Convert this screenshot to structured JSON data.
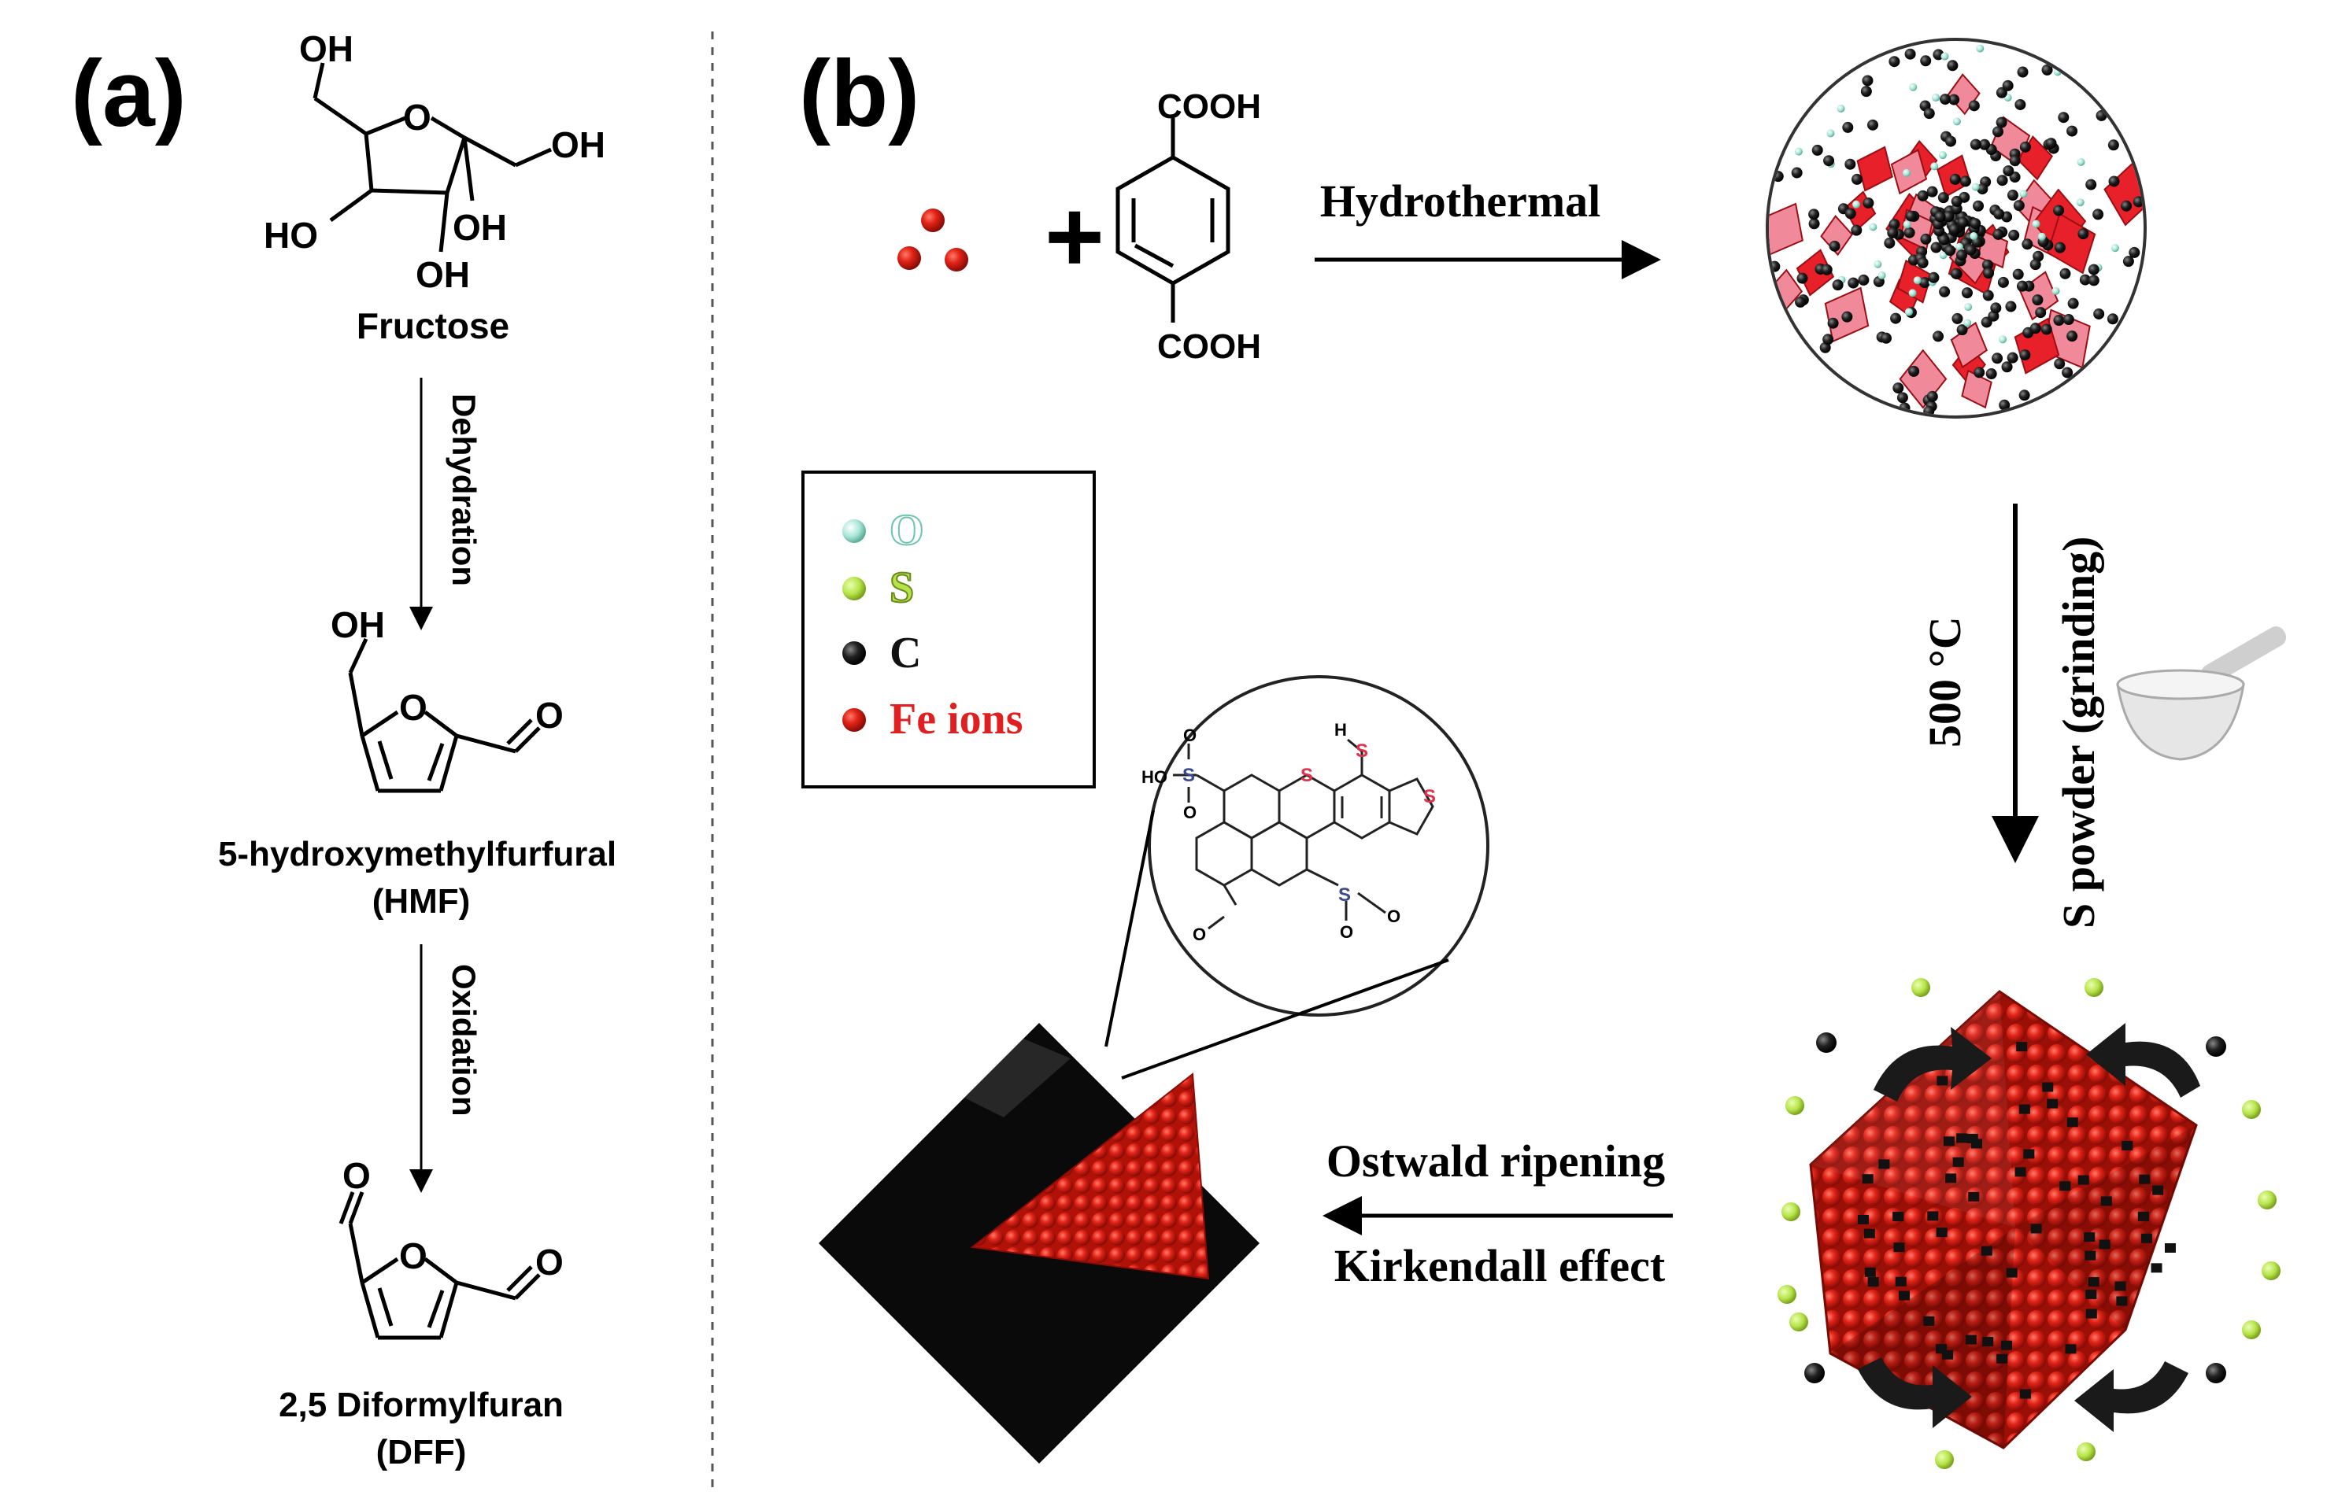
{
  "panel_a": {
    "label": "(a)",
    "fructose": {
      "name": "Fructose",
      "oh_top": "OH",
      "oh_right": "OH",
      "ho_left": "HO",
      "oh_mid": "OH",
      "oh_bottom": "OH",
      "ring_o": "O"
    },
    "step1": "Dehydration",
    "hmf": {
      "oh": "OH",
      "ring_o": "O",
      "ald_o": "O",
      "name": "5-hydroxymethylfurfural",
      "abbr": "(HMF)"
    },
    "step2": "Oxidation",
    "dff": {
      "ald_o_left": "O",
      "ring_o": "O",
      "ald_o_right": "O",
      "name": "2,5 Diformylfuran",
      "abbr": "(DFF)"
    }
  },
  "panel_b": {
    "label": "(b)",
    "plus": "+",
    "cooh_top": "COOH",
    "cooh_bottom": "COOH",
    "arrow_hydrothermal": "Hydrothermal",
    "arrow_temp": "500 °C",
    "arrow_s_powder": "S powder (grinding)",
    "arrow_ostwald": "Ostwald ripening",
    "arrow_kirkendall": "Kirkendall effect",
    "legend": [
      {
        "symbol": "O",
        "color": "#a8e6d8"
      },
      {
        "symbol": "S",
        "color": "#b6e34a"
      },
      {
        "symbol": "C",
        "color": "#111111"
      },
      {
        "symbol": "Fe ions",
        "color": "#e02020"
      }
    ],
    "molecule": {
      "s1": "S",
      "s2": "S",
      "s3": "S",
      "s4": "S",
      "s5": "S",
      "h": "H",
      "ho": "HO",
      "o1": "O",
      "o2": "O",
      "o3": "O",
      "o4": "O",
      "o5": "O"
    }
  },
  "colors": {
    "fe": "#e02020",
    "o": "#a8e6d8",
    "s": "#b6e34a",
    "c": "#111111"
  }
}
